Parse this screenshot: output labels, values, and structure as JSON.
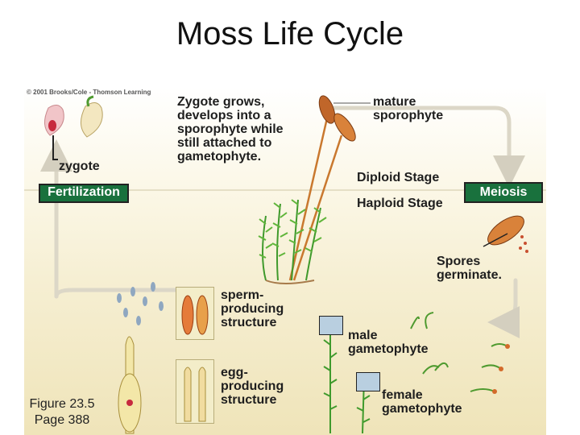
{
  "title": "Moss Life Cycle",
  "copyright": "© 2001 Brooks/Cole - Thomson Learning",
  "labels": {
    "zygote": "zygote",
    "fertilization": "Fertilization",
    "zygote_grows": "Zygote grows, develops into a sporophyte while still attached to gametophyte.",
    "mature_sporophyte": "mature sporophyte",
    "diploid_stage": "Diploid Stage",
    "haploid_stage": "Haploid Stage",
    "meiosis": "Meiosis",
    "spores_germinate": "Spores germinate.",
    "sperm_structure": "sperm-producing structure",
    "egg_structure": "egg-producing structure",
    "male_gametophyte": "male gametophyte",
    "female_gametophyte": "female gametophyte"
  },
  "figure_ref": {
    "line1": "Figure 23.5",
    "line2": "Page 388"
  },
  "colors": {
    "cycle_arrow": "#d9d4c4",
    "box_fill": "#19713d",
    "moss_green": "#3f9a2c",
    "capsule": "#d9823a"
  }
}
